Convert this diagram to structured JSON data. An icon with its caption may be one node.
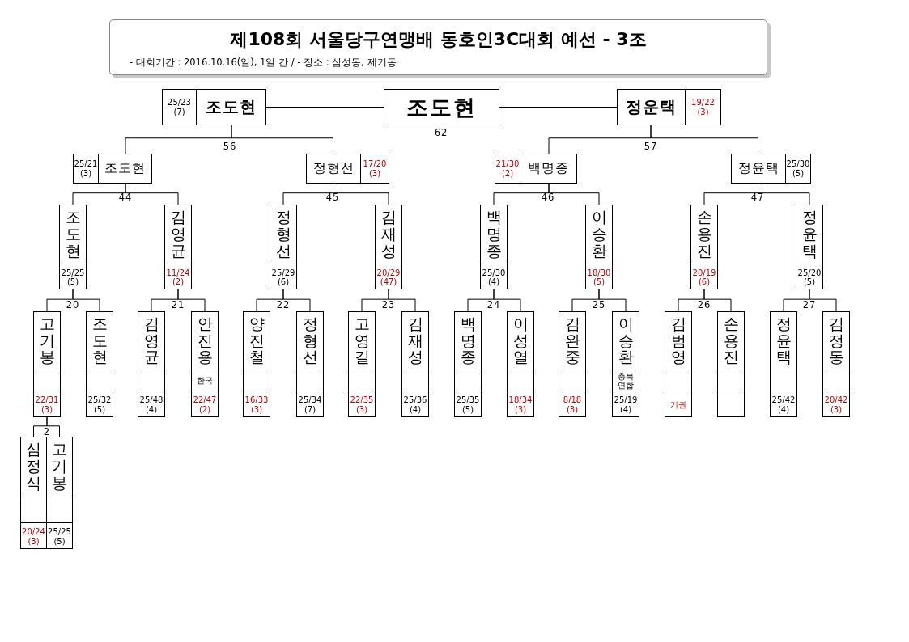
{
  "diagram": {
    "title": "제108회 서울당구연맹배 동호인3C대회 예선 - 3조",
    "nodes": [
      {
        "text": [
          "조도현"
        ]
      },
      {
        "text": [
          "25/23 (7)",
          "조도현"
        ]
      },
      {
        "text": [
          "정운택",
          "19/22 (3)"
        ]
      },
      {
        "text": [
          "25/21 (3)",
          "조도현"
        ]
      },
      {
        "text": [
          "정형선",
          "17/20 (3)"
        ]
      },
      {
        "text": [
          "21/30 (2)",
          "백명종"
        ]
      },
      {
        "text": [
          "정윤택",
          "25/30 (5)"
        ]
      },
      {
        "text": [
          "조도현",
          "25/25 (5)"
        ]
      },
      {
        "text": [
          "김영균",
          "11/24 (2)"
        ]
      },
      {
        "text": [
          "정형선",
          "25/29 (6)"
        ]
      },
      {
        "text": [
          "김재성",
          "20/29 (47)"
        ]
      },
      {
        "text": [
          "백명종",
          "25/30 (4)"
        ]
      },
      {
        "text": [
          "이승환",
          "18/30 (5)"
        ]
      },
      {
        "text": [
          "손용진",
          "20/19 (6)"
        ]
      },
      {
        "text": [
          "정윤택",
          "25/20 (5)"
        ]
      },
      {
        "text": [
          "고기봉",
          "22/31 (3)"
        ]
      },
      {
        "text": [
          "조도현",
          "25/32 (5)"
        ]
      },
      {
        "text": [
          "김영균",
          "25/48 (4)"
        ]
      },
      {
        "text": [
          "안진용",
          "한국",
          "22/47 (2)"
        ]
      },
      {
        "text": [
          "양진철",
          "16/33 (3)"
        ]
      },
      {
        "text": [
          "정형선",
          "25/34 (7)"
        ]
      },
      {
        "text": [
          "고영길",
          "22/35 (3)"
        ]
      },
      {
        "text": [
          "김재성",
          "25/36 (4)"
        ]
      },
      {
        "text": [
          "백명종",
          "25/35 (5)"
        ]
      },
      {
        "text": [
          "이성열",
          "18/34 (3)"
        ]
      },
      {
        "text": [
          "김완중",
          "8/18 (3)"
        ]
      },
      {
        "text": [
          "이승환",
          "충북연합",
          "25/19 (4)"
        ]
      },
      {
        "text": [
          "김범영",
          "기권"
        ]
      },
      {
        "text": [
          "손용진"
        ]
      },
      {
        "text": [
          "정윤택",
          "25/42 (4)"
        ]
      },
      {
        "text": [
          "김정동",
          "20/42 (3)"
        ]
      },
      {
        "text": [
          "심정식",
          "20/24 (3)"
        ]
      },
      {
        "text": [
          "고기봉",
          "25/25 (5)"
        ]
      }
    ],
    "edges": [
      {
        "from": 1,
        "to": 0,
        "arrow": "none"
      },
      {
        "from": 2,
        "to": 0,
        "arrow": "none"
      },
      {
        "from": 3,
        "to": 1,
        "arrow": "none"
      },
      {
        "from": 4,
        "to": 1,
        "arrow": "none"
      },
      {
        "from": 5,
        "to": 2,
        "arrow": "none"
      },
      {
        "from": 6,
        "to": 2,
        "arrow": "none"
      },
      {
        "from": 7,
        "to": 3,
        "arrow": "none"
      },
      {
        "from": 8,
        "to": 3,
        "arrow": "none"
      },
      {
        "from": 9,
        "to": 4,
        "arrow": "none"
      },
      {
        "from": 10,
        "to": 4,
        "arrow": "none"
      },
      {
        "from": 11,
        "to": 5,
        "arrow": "none"
      },
      {
        "from": 12,
        "to": 5,
        "arrow": "none"
      },
      {
        "from": 13,
        "to": 6,
        "arrow": "none"
      },
      {
        "from": 14,
        "to": 6,
        "arrow": "none"
      },
      {
        "from": 15,
        "to": 7,
        "arrow": "none"
      },
      {
        "from": 16,
        "to": 7,
        "arrow": "none"
      },
      {
        "from": 17,
        "to": 8,
        "arrow": "none"
      },
      {
        "from": 18,
        "to": 8,
        "arrow": "none"
      },
      {
        "from": 19,
        "to": 9,
        "arrow": "none"
      },
      {
        "from": 20,
        "to": 9,
        "arrow": "none"
      },
      {
        "from": 21,
        "to": 10,
        "arrow": "none"
      },
      {
        "from": 22,
        "to": 10,
        "arrow": "none"
      },
      {
        "from": 23,
        "to": 11,
        "arrow": "none"
      },
      {
        "from": 24,
        "to": 11,
        "arrow": "none"
      },
      {
        "from": 25,
        "to": 12,
        "arrow": "none"
      },
      {
        "from": 26,
        "to": 12,
        "arrow": "none"
      },
      {
        "from": 27,
        "to": 13,
        "arrow": "none"
      },
      {
        "from": 28,
        "to": 13,
        "arrow": "none"
      },
      {
        "from": 29,
        "to": 14,
        "arrow": "none"
      },
      {
        "from": 30,
        "to": 14,
        "arrow": "none"
      },
      {
        "from": 31,
        "to": 15,
        "arrow": "none"
      },
      {
        "from": 32,
        "to": 15,
        "arrow": "none"
      }
    ],
    "labels": [
      "- 대회기간 : 2016.10.16(일), 1일 간 / - 장소 : 삼성동, 제기동",
      "62",
      "56",
      "57",
      "44",
      "45",
      "46",
      "47",
      "20",
      "21",
      "22",
      "23",
      "24",
      "25",
      "26",
      "27",
      "2"
    ]
  }
}
